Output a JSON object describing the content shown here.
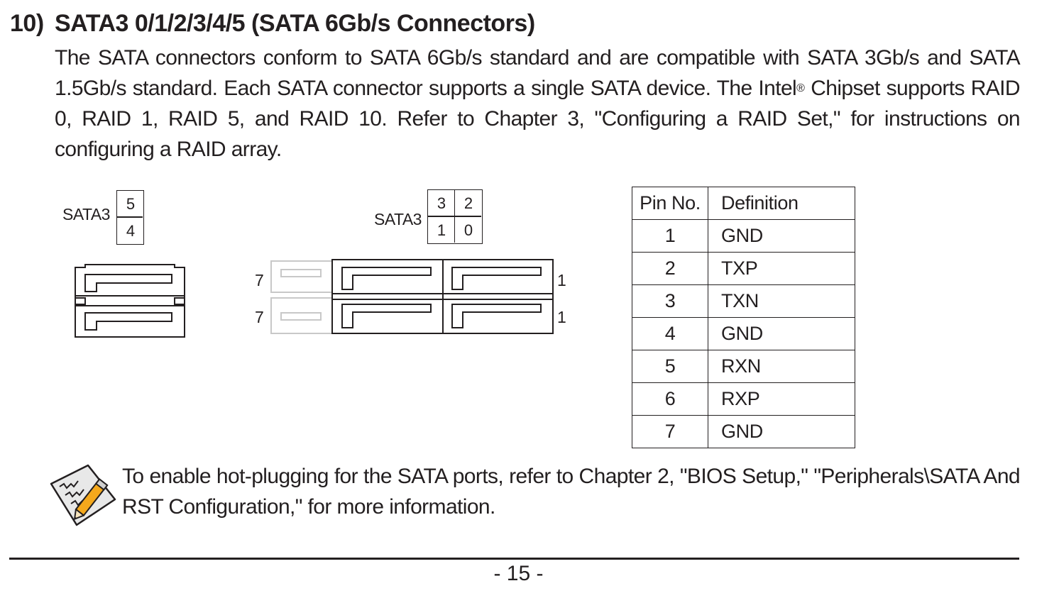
{
  "section": {
    "number": "10)",
    "title": "SATA3 0/1/2/3/4/5 (SATA 6Gb/s Connectors)",
    "description_before_reg": "The SATA connectors conform to SATA 6Gb/s standard and are compatible with SATA 3Gb/s and SATA 1.5Gb/s standard. Each SATA connector supports a single SATA device. The Intel",
    "reg_mark": "®",
    "description_after_reg": " Chipset supports RAID 0, RAID 1, RAID 5, and RAID 10. Refer to Chapter 3, \"Configuring a RAID Set,\" for instructions on configuring a RAID array."
  },
  "diagram_left": {
    "label": "SATA3",
    "ports": [
      "5",
      "4"
    ]
  },
  "diagram_right": {
    "label": "SATA3",
    "ports": [
      "3",
      "2",
      "1",
      "0"
    ],
    "pin_left_top": "7",
    "pin_left_bottom": "7",
    "pin_right_top": "1",
    "pin_right_bottom": "1"
  },
  "pin_table": {
    "headers": [
      "Pin No.",
      "Definition"
    ],
    "rows": [
      [
        "1",
        "GND"
      ],
      [
        "2",
        "TXP"
      ],
      [
        "3",
        "TXN"
      ],
      [
        "4",
        "GND"
      ],
      [
        "5",
        "RXN"
      ],
      [
        "6",
        "RXP"
      ],
      [
        "7",
        "GND"
      ]
    ]
  },
  "note": {
    "icon": "note-pencil-icon",
    "text": "To enable hot-plugging for the SATA ports, refer to Chapter 2, \"BIOS Setup,\" \"Peripherals\\SATA And RST Configuration,\" for more information."
  },
  "footer": {
    "page_number": "- 15 -"
  },
  "colors": {
    "ink": "#231f20",
    "ghost_connector": "#c8c8c8",
    "pencil": "#f4a81c"
  }
}
